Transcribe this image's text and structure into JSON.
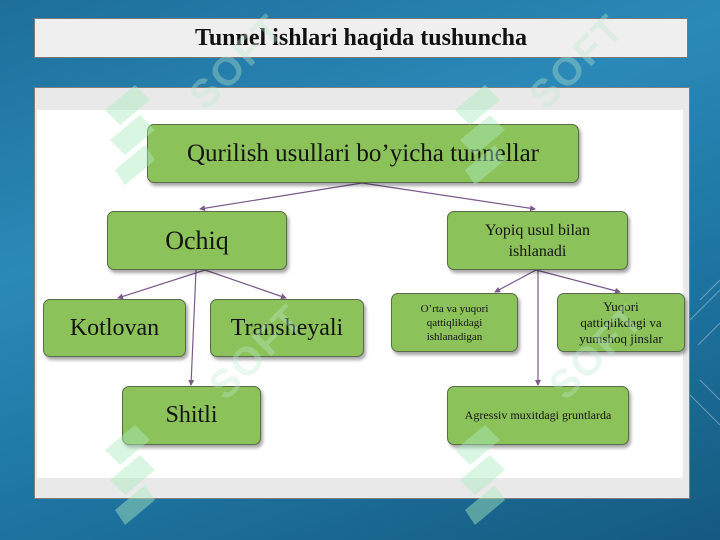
{
  "title": "Tunnel ishlari haqida tushuncha",
  "diagram": {
    "root": "Qurilish usullari bo’yicha tunnellar",
    "open_method": "Ochiq",
    "closed_method_line1": "Yopiq usul bilan",
    "closed_method_line2": "ishlanadi",
    "kotlovan": "Kotlovan",
    "transheyali": "Transheyali",
    "shitli": "Shitli",
    "medium_hard_line1": "O’rta va yuqori",
    "medium_hard_line2": "qattiqlikdagi",
    "medium_hard_line3": "ishlanadigan",
    "hard_soft_line1": "Yuqori",
    "hard_soft_line2": "qattiqlikdagi va",
    "hard_soft_line3": "yumshoq jinslar",
    "aggressive": "Agressiv muxitdagi gruntlarda"
  },
  "watermark": "SOFT",
  "colors": {
    "node_fill": "#8cc25a",
    "background": "#2b89b8"
  }
}
